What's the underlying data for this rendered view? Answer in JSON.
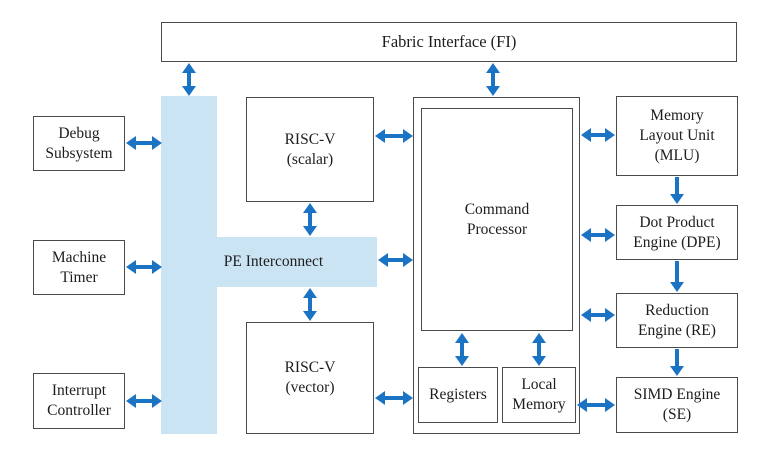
{
  "blocks": {
    "fabric_interface": "Fabric Interface (FI)",
    "debug_subsystem": "Debug\nSubsystem",
    "machine_timer": "Machine\nTimer",
    "interrupt_controller": "Interrupt\nController",
    "pe_interconnect": "PE Interconnect",
    "riscv_scalar": "RISC-V\n(scalar)",
    "riscv_vector": "RISC-V\n(vector)",
    "command_processor": "Command\nProcessor",
    "registers": "Registers",
    "local_memory": "Local\nMemory",
    "memory_layout_unit": "Memory\nLayout Unit\n(MLU)",
    "dot_product_engine": "Dot Product\nEngine (DPE)",
    "reduction_engine": "Reduction\nEngine (RE)",
    "simd_engine": "SIMD Engine\n(SE)"
  },
  "colors": {
    "arrow": "#1b73c4",
    "interconnect_fill": "#cae4f4",
    "box_border": "#4a4a4a",
    "ink": "#1d1d1d",
    "canvas": "#ffffff"
  }
}
